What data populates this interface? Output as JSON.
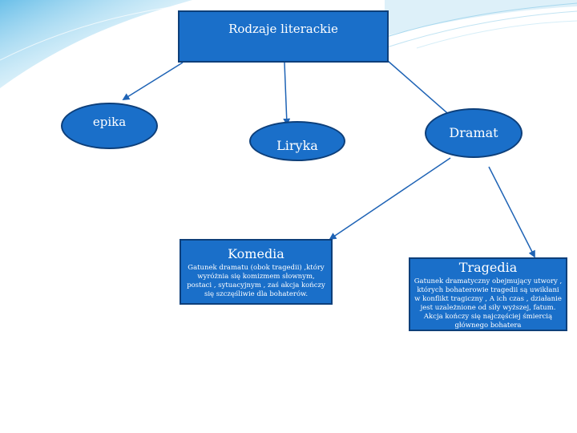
{
  "nodes": {
    "root": "Rodzaje literackie",
    "epika": "epika",
    "liryka": "Liryka",
    "dramat": "Dramat"
  },
  "komedia": {
    "title": "Komedia",
    "description": "Gatunek dramatu (obok tragedii) ,który wyróżnia się komizmem słownym, postaci , sytuacyjnym , zaś akcja kończy się szczęśliwie dla bohaterów."
  },
  "tragedia": {
    "title": "Tragedia",
    "description": "Gatunek dramatyczny obejmujący utwory , których bohaterowie tragedii są uwikłani w konflikt tragiczny , A ich czas , działanie jest uzależnione od siły wyższej, fatum. Akcja kończy się najczęściej śmiercią głównego bohatera"
  },
  "colors": {
    "node_fill": "#1a6fc9",
    "node_border": "#0d3f7a",
    "connector": "#1e63b5",
    "decoration": "#9fd6ee"
  }
}
